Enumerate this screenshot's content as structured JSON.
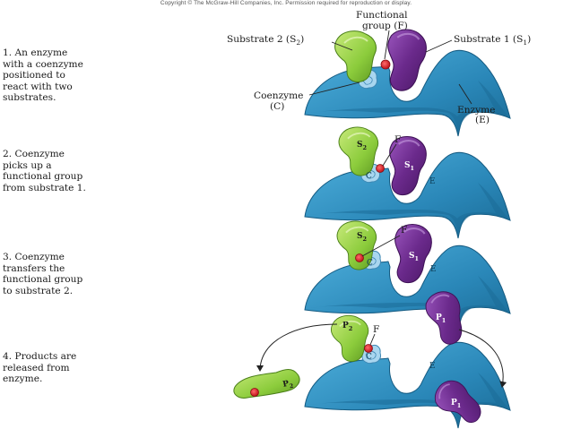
{
  "copyright": "Copyright © The McGraw-Hill Companies, Inc. Permission required for reproduction or display.",
  "steps": [
    {
      "lines": [
        "1. An enzyme",
        "with a coenzyme",
        "positioned to",
        "react with two",
        "substrates."
      ]
    },
    {
      "lines": [
        "2. Coenzyme",
        "picks up a",
        "functional group",
        "from substrate 1."
      ]
    },
    {
      "lines": [
        "3. Coenzyme",
        "transfers the",
        "functional group",
        "to substrate 2."
      ]
    },
    {
      "lines": [
        "4. Products are",
        "released from",
        "enzyme."
      ]
    }
  ],
  "labels": {
    "functional_group_line1": "Functional",
    "functional_group_line2": "group (F)",
    "substrate2": "Substrate 2 (S",
    "substrate2_sub": "2",
    "substrate1": "Substrate 1 (S",
    "substrate1_sub": "1",
    "coenzyme": "Coenzyme",
    "coenzyme_abbr": "(C)",
    "enzyme": "Enzyme",
    "enzyme_abbr": "(E)"
  },
  "marks": {
    "F": "F",
    "C": "C",
    "E": "E",
    "S": "S",
    "P": "P",
    "sub1": "1",
    "sub2": "2"
  },
  "colors": {
    "enzyme": "#2e8fc0",
    "enzyme_dark": "#1d6f9a",
    "substrate2": "#8ccc3c",
    "substrate1": "#6b2a8c",
    "coenzyme": "#a9d6ef",
    "functional_group": "#e01f26"
  }
}
